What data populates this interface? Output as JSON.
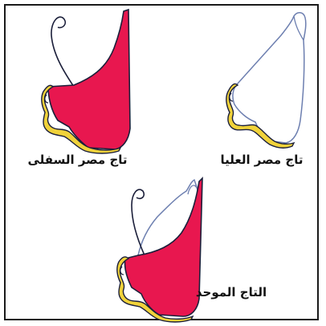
{
  "labels": {
    "lower_crown": "تاج مصر السفلى",
    "upper_crown": "تاج مصر العليا",
    "unified_crown": "التاج الموحد"
  },
  "colors": {
    "red_crown": "#e8174f",
    "gold_cobra": "#f0d23a",
    "outline": "#1b1f3a",
    "white_crown_outline": "#6d7fb0",
    "frame": "#1a1a1a"
  },
  "icons": [
    "red-crown-icon",
    "white-crown-icon",
    "double-crown-icon",
    "uraeus-cobra-icon"
  ]
}
